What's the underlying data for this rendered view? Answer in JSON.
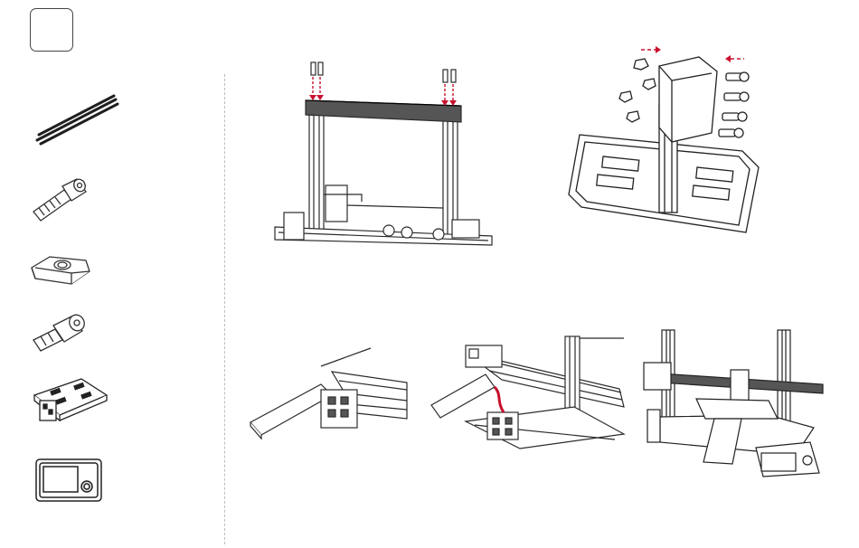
{
  "colors": {
    "line": "#2b2b2b",
    "accent": "#c8102e",
    "divider": "#bdbdbd"
  },
  "parts": [
    {
      "icon": "aluminum-profile-icon"
    },
    {
      "icon": "hex-screw-icon"
    },
    {
      "icon": "t-nut-icon"
    },
    {
      "icon": "short-screw-icon"
    },
    {
      "icon": "display-bracket-icon"
    },
    {
      "icon": "display-screen-icon"
    }
  ],
  "figures": [
    "top-beam-install-figure",
    "display-bracket-assembly-figure",
    "bracket-on-profile-figure",
    "cable-connection-figure",
    "complete-printer-figure"
  ]
}
